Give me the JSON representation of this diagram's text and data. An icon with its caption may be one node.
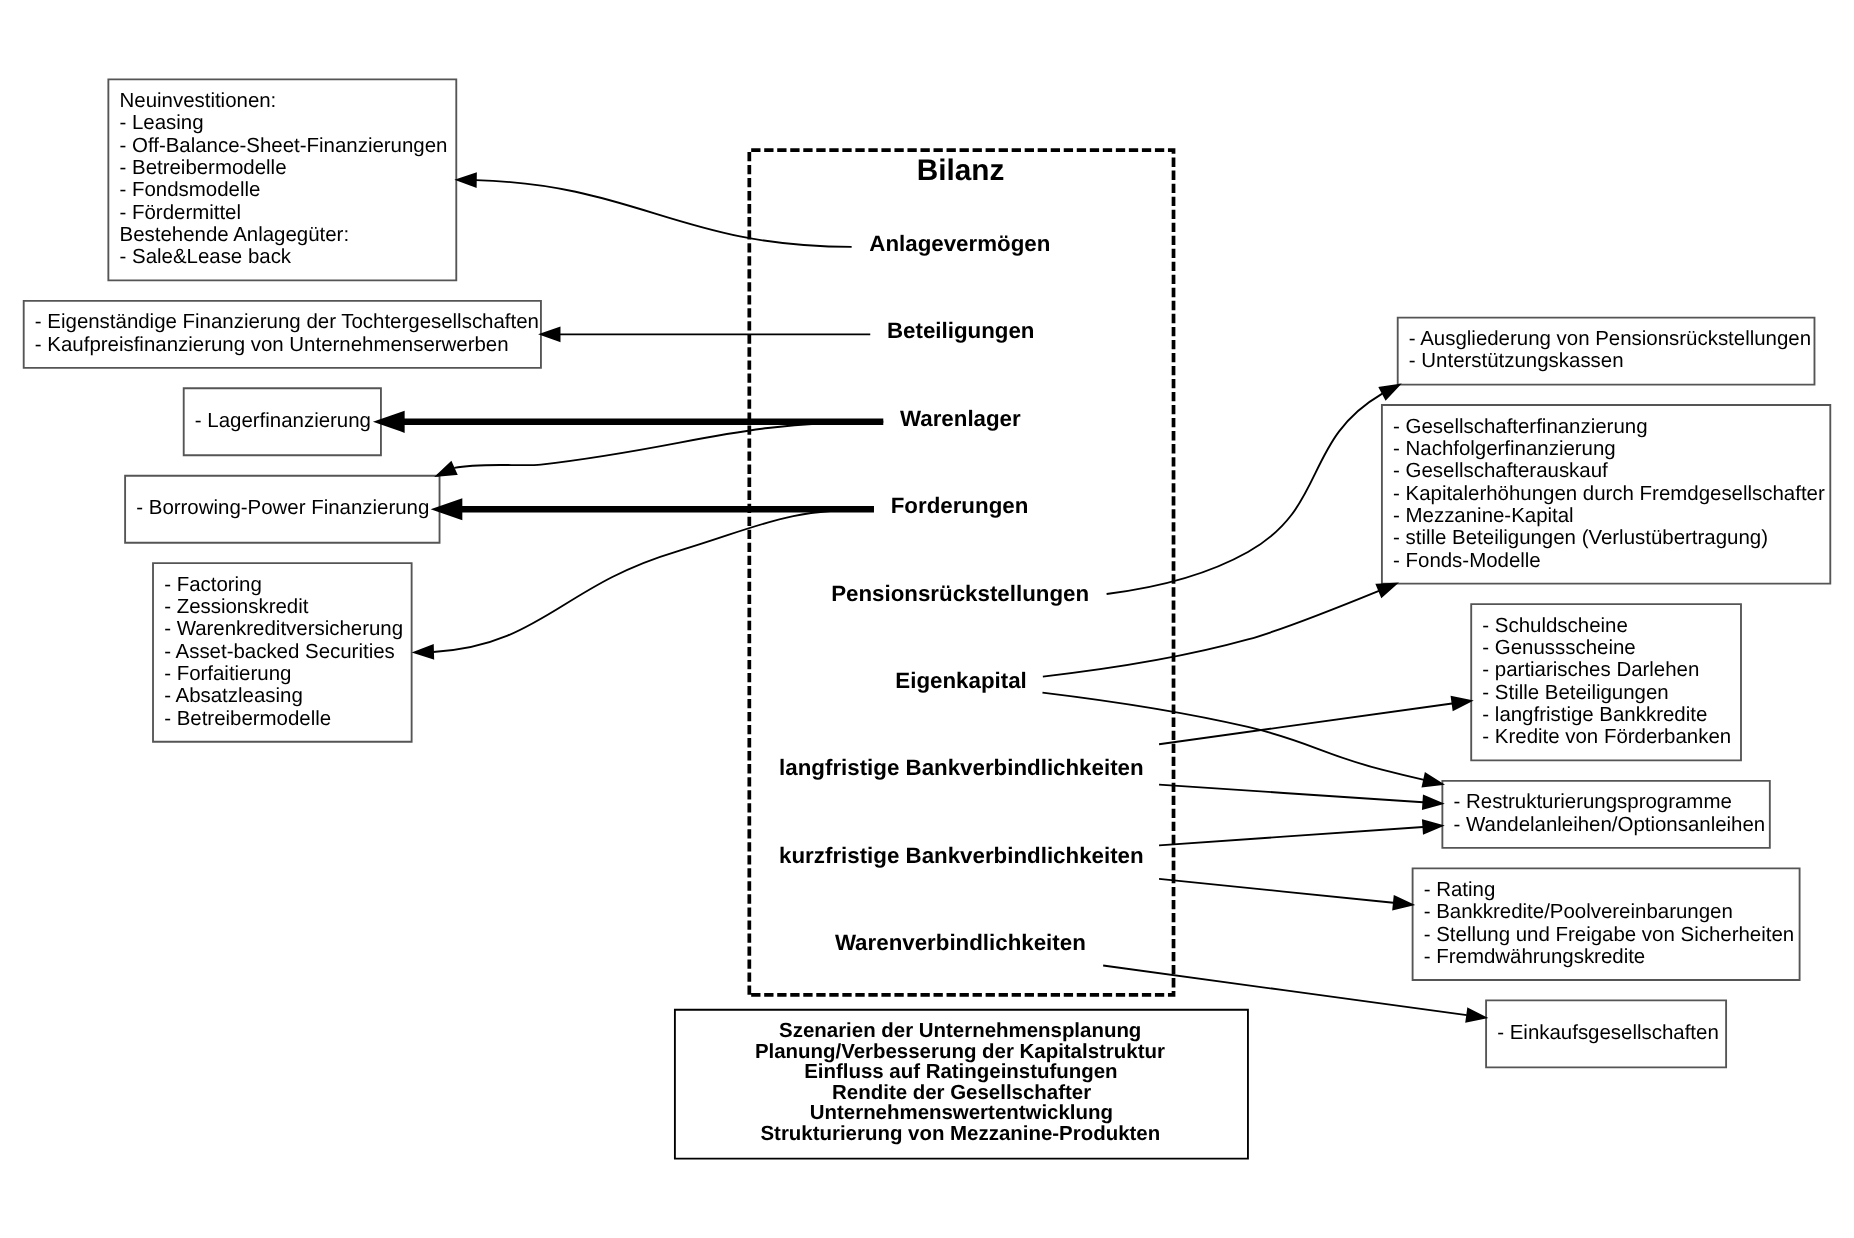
{
  "diagram": {
    "nodes": [
      {
        "text": [
          "Bilanz"
        ]
      },
      {
        "text": [
          "Anlagevermögen"
        ],
        "in": 0
      },
      {
        "text": [
          "Beteiligungen"
        ],
        "in": 0
      },
      {
        "text": [
          "Warenlager"
        ],
        "in": 0
      },
      {
        "text": [
          "Forderungen"
        ],
        "in": 0
      },
      {
        "text": [
          "Eigenkapital"
        ],
        "in": 0
      },
      {
        "text": [
          "Pensionsrückstellungen"
        ],
        "in": 0
      },
      {
        "text": [
          "langfristige Bankverbindlichkeiten"
        ],
        "in": 0
      },
      {
        "text": [
          "kurzfristige Bankverbindlichkeiten"
        ],
        "in": 0
      },
      {
        "text": [
          "Warenverbindlichkeiten"
        ],
        "in": 0
      },
      {
        "text": [
          "Neuinvestitionen:",
          "- Leasing",
          "- Off-Balance-Sheet-Finanzierungen",
          "- Betreibermodelle",
          "- Fondsmodelle",
          "- Fördermittel",
          "Bestehende Anlagegüter:",
          "- Sale&Lease back"
        ]
      },
      {
        "text": [
          "- Eigenständige Finanzierung der Tochtergesellschaften",
          "- Kaufpreisfinanzierung von Unternehmenserwerben"
        ]
      },
      {
        "text": [
          "- Lagerfinanzierung"
        ]
      },
      {
        "text": [
          "- Borrowing-Power Finanzierung"
        ]
      },
      {
        "text": [
          "- Factoring",
          "- Zessionskredit",
          "- Warenkreditversicherung",
          "- Asset-backed Securities",
          "- Forfaitierung",
          "- Absatzleasing",
          "- Betreibermodelle"
        ]
      },
      {
        "text": [
          "- Gesellschafterfinanzierung",
          "- Nachfolgerfinanzierung",
          "- Gesellschafterauskauf",
          "- Kapitalerhöhungen durch Fremdgesellschafter",
          "- Mezzanine-Kapital",
          "- stille Beteiligungen (Verlustübertragung)",
          "- Fonds-Modelle"
        ]
      },
      {
        "text": [
          "- Restrukturierungsprogramme",
          "- Wandelanleihen/Optionsanleihen"
        ]
      },
      {
        "text": [
          "- Ausgliederung von Pensionsrückstellungen",
          "- Unterstützungskassen"
        ]
      },
      {
        "text": [
          "- Schuldscheine",
          "- Genussscheine",
          "- partiarisches Darlehen",
          "- Stille Beteiligungen",
          "- langfristige Bankkredite",
          "- Kredite von Förderbanken"
        ]
      },
      {
        "text": [
          "- Rating",
          "- Bankkredite/Poolvereinbarungen",
          "- Stellung und Freigabe von Sicherheiten",
          "- Fremdwährungskredite"
        ]
      },
      {
        "text": [
          "- Einkaufsgesellschaften"
        ]
      },
      {
        "text": [
          "Szenarien der Unternehmensplanung",
          "Planung/Verbesserung der Kapitalstruktur",
          "Einfluss auf Ratingeinstufungen",
          "Rendite der Gesellschafter",
          "Unternehmenswertentwicklung",
          "Strukturierung von Mezzanine-Produkten"
        ]
      }
    ],
    "edges": [
      {
        "from": 1,
        "to": 10,
        "arrow": "to"
      },
      {
        "from": 2,
        "to": 11,
        "arrow": "to"
      },
      {
        "from": 3,
        "to": 12,
        "arrow": "to",
        "style": "thick"
      },
      {
        "from": 3,
        "to": 13,
        "arrow": "to"
      },
      {
        "from": 4,
        "to": 13,
        "arrow": "to",
        "style": "thick"
      },
      {
        "from": 4,
        "to": 14,
        "arrow": "to"
      },
      {
        "from": 5,
        "to": 15,
        "arrow": "to"
      },
      {
        "from": 5,
        "to": 16,
        "arrow": "to"
      },
      {
        "from": 7,
        "to": 16,
        "arrow": "to"
      },
      {
        "from": 8,
        "to": 16,
        "arrow": "to"
      },
      {
        "from": 6,
        "to": 17,
        "arrow": "to"
      },
      {
        "from": 7,
        "to": 18,
        "arrow": "to"
      },
      {
        "from": 8,
        "to": 19,
        "arrow": "to"
      },
      {
        "from": 9,
        "to": 20,
        "arrow": "to"
      }
    ]
  }
}
